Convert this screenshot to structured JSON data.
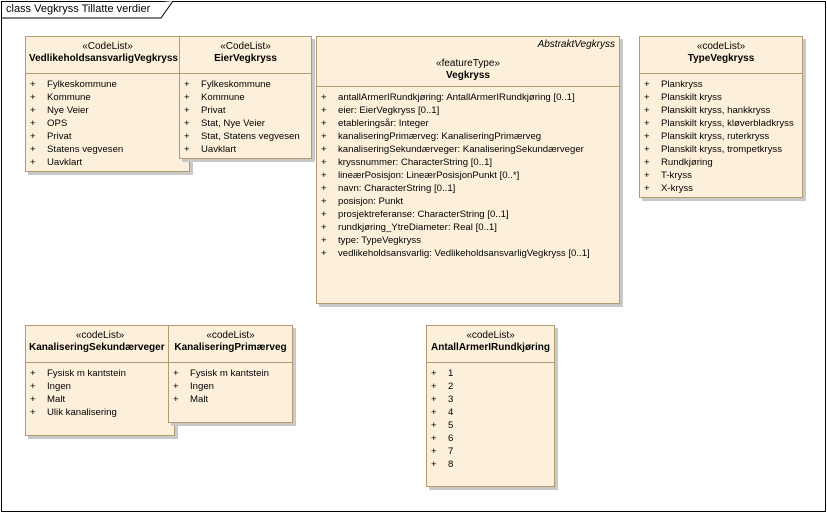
{
  "diagram": {
    "title": "class Vegkryss Tillatte verdier"
  },
  "classes": {
    "vedlikehold": {
      "stereotype": "«CodeList»",
      "name": "VedlikeholdsansvarligVegkryss",
      "items": [
        "Fylkeskommune",
        "Kommune",
        "Nye Veier",
        "OPS",
        "Privat",
        "Statens vegvesen",
        "Uavklart"
      ]
    },
    "eier": {
      "stereotype": "«CodeList»",
      "name": "EierVegkryss",
      "items": [
        "Fylkeskommune",
        "Kommune",
        "Privat",
        "Stat, Nye Veier",
        "Stat, Statens vegvesen",
        "Uavklart"
      ]
    },
    "vegkryss": {
      "abstract": "AbstraktVegkryss",
      "stereotype": "«featureType»",
      "name": "Vegkryss",
      "items": [
        "antallArmerIRundkjøring: AntallArmerIRundkjøring [0..1]",
        "eier: EierVegkryss [0..1]",
        "etableringsår: Integer",
        "kanaliseringPrimærveg: KanaliseringPrimærveg",
        "kanaliseringSekundærveger: KanaliseringSekundærveger",
        "kryssnummer: CharacterString [0..1]",
        "lineærPosisjon: LineærPosisjonPunkt [0..*]",
        "navn: CharacterString [0..1]",
        "posisjon: Punkt",
        "prosjektreferanse: CharacterString [0..1]",
        "rundkjøring_YtreDiameter: Real [0..1]",
        "type: TypeVegkryss",
        "vedlikeholdsansvarlig: VedlikeholdsansvarligVegkryss [0..1]"
      ]
    },
    "type": {
      "stereotype": "«codeList»",
      "name": "TypeVegkryss",
      "items": [
        "Plankryss",
        "Planskilt kryss",
        "Planskilt kryss, hankkryss",
        "Planskilt kryss, kløverbladkryss",
        "Planskilt kryss, ruterkryss",
        "Planskilt kryss, trompetkryss",
        "Rundkjøring",
        "T-kryss",
        "X-kryss"
      ]
    },
    "sekundaer": {
      "stereotype": "«codeList»",
      "name": "KanaliseringSekundærveger",
      "items": [
        "Fysisk m kantstein",
        "Ingen",
        "Malt",
        "Ulik kanalisering"
      ]
    },
    "primaer": {
      "stereotype": "«codeList»",
      "name": "KanaliseringPrimærveg",
      "items": [
        "Fysisk m kantstein",
        "Ingen",
        "Malt"
      ]
    },
    "antall": {
      "stereotype": "«codeList»",
      "name": "AntallArmerIRundkjøring",
      "items": [
        "1",
        "2",
        "3",
        "4",
        "5",
        "6",
        "7",
        "8"
      ]
    }
  },
  "visibility_symbol": "+",
  "colors": {
    "class_fill": "#fdf0da",
    "class_border": "#b49a73"
  }
}
